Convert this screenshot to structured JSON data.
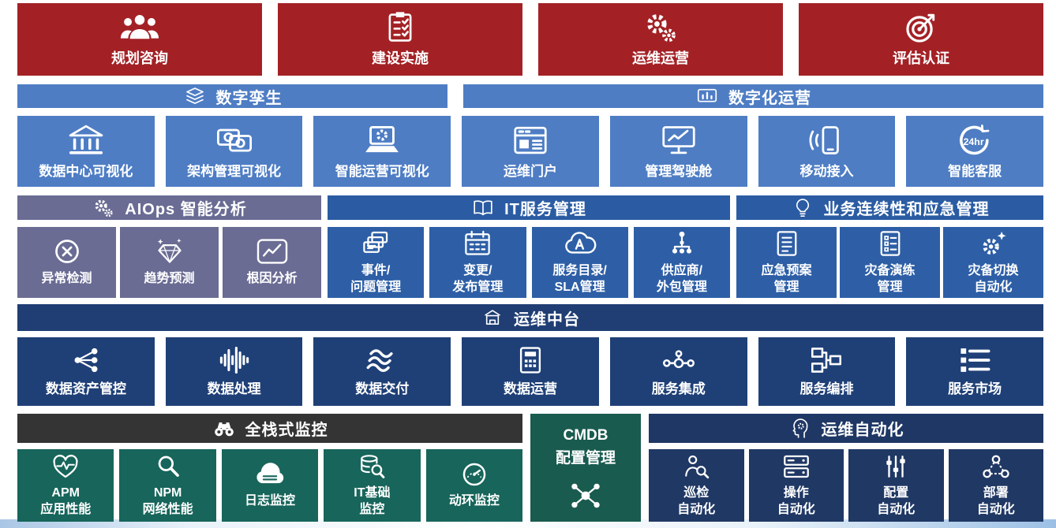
{
  "phases": {
    "items": [
      {
        "label": "规划咨询",
        "icon": "people-group-icon"
      },
      {
        "label": "建设实施",
        "icon": "checklist-icon"
      },
      {
        "label": "运维运营",
        "icon": "gears-icon"
      },
      {
        "label": "评估认证",
        "icon": "target-arrow-icon"
      }
    ]
  },
  "visual_headers": {
    "items": [
      {
        "label": "数字孪生",
        "icon": "layers-icon"
      },
      {
        "label": "数字化运营",
        "icon": "device-chart-icon"
      }
    ]
  },
  "visual_blocks": {
    "items": [
      {
        "label": "数据中心可视化",
        "icon": "bank-icon"
      },
      {
        "label": "架构管理可视化",
        "icon": "overlapping-cards-icon"
      },
      {
        "label": "智能运营可视化",
        "icon": "laptop-gear-icon"
      },
      {
        "label": "运维门户",
        "icon": "browser-window-icon"
      },
      {
        "label": "管理驾驶舱",
        "icon": "monitor-chart-icon"
      },
      {
        "label": "移动接入",
        "icon": "mobile-signal-icon"
      },
      {
        "label": "智能客服",
        "icon": "service-24h-icon"
      }
    ]
  },
  "analysis_headers": {
    "items": [
      {
        "label": "AIOps 智能分析",
        "icon": "gears-icon"
      },
      {
        "label": "IT服务管理",
        "icon": "open-book-icon"
      },
      {
        "label": "业务连续性和应急管理",
        "icon": "bulb-icon"
      }
    ]
  },
  "aiops_blocks": {
    "items": [
      {
        "label": "异常检测",
        "icon": "circle-x-icon"
      },
      {
        "label": "趋势预测",
        "icon": "diamond-icon"
      },
      {
        "label": "根因分析",
        "icon": "chart-line-icon"
      }
    ]
  },
  "itsm_blocks": {
    "items": [
      {
        "label": "事件/\n问题管理",
        "icon": "stacked-cards-icon"
      },
      {
        "label": "变更/\n发布管理",
        "icon": "calendar-icon"
      },
      {
        "label": "服务目录/\nSLA管理",
        "icon": "cloud-a-icon"
      },
      {
        "label": "供应商/\n外包管理",
        "icon": "org-tree-icon"
      }
    ]
  },
  "bcm_blocks": {
    "items": [
      {
        "label": "应急预案\n管理",
        "icon": "document-text-icon"
      },
      {
        "label": "灾备演练\n管理",
        "icon": "document-checklist-icon"
      },
      {
        "label": "灾备切换\n自动化",
        "icon": "gear-sparkle-icon"
      }
    ]
  },
  "middle_platform": {
    "label": "运维中台",
    "icon": "platform-icon"
  },
  "platform_blocks": {
    "items": [
      {
        "label": "数据资产管控",
        "icon": "share-branch-icon"
      },
      {
        "label": "数据处理",
        "icon": "waveform-icon"
      },
      {
        "label": "数据交付",
        "icon": "waves-icon"
      },
      {
        "label": "数据运营",
        "icon": "calculator-icon"
      },
      {
        "label": "服务集成",
        "icon": "linked-nodes-icon"
      },
      {
        "label": "服务编排",
        "icon": "flow-boxes-icon"
      },
      {
        "label": "服务市场",
        "icon": "list-blocks-icon"
      }
    ]
  },
  "monitoring": {
    "header": {
      "label": "全栈式监控",
      "icon": "binoculars-icon"
    },
    "items": [
      {
        "label": "APM\n应用性能",
        "icon": "heart-pulse-icon"
      },
      {
        "label": "NPM\n网络性能",
        "icon": "magnifier-icon"
      },
      {
        "label": "日志监控",
        "icon": "cloud-stack-icon"
      },
      {
        "label": "IT基础\n监控",
        "icon": "database-magnifier-icon"
      },
      {
        "label": "动环监控",
        "icon": "gauge-icon"
      }
    ]
  },
  "cmdb": {
    "label": "CMDB\n配置管理",
    "icon": "network-nodes-icon"
  },
  "automation": {
    "header": {
      "label": "运维自动化",
      "icon": "head-gear-icon"
    },
    "items": [
      {
        "label": "巡检\n自动化",
        "icon": "person-magnifier-icon"
      },
      {
        "label": "操作\n自动化",
        "icon": "server-rack-icon"
      },
      {
        "label": "配置\n自动化",
        "icon": "sliders-icon"
      },
      {
        "label": "部署\n自动化",
        "icon": "connected-boxes-icon"
      }
    ]
  },
  "colors": {
    "phase_red": "#a32125",
    "visual_blue": "#4e7dc4",
    "aiops_purple": "#6a6c94",
    "service_blue": "#2e5fa6",
    "platform_navy": "#1f4077",
    "monitor_dark": "#343434",
    "monitor_teal": "#17655b",
    "cmdb_green": "#1a5b4f",
    "automation_navy": "#203864"
  }
}
